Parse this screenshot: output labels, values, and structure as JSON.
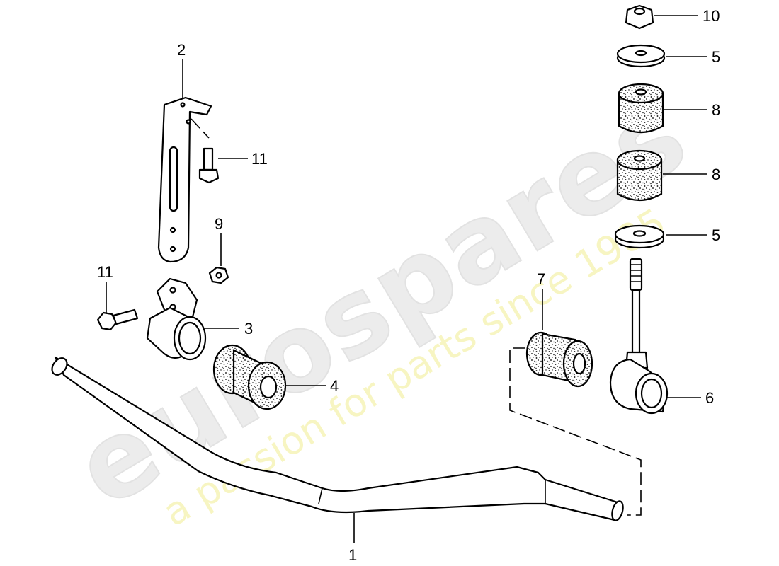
{
  "watermark": {
    "logo": "eurospares",
    "tagline": "a passion for parts since 1985"
  },
  "callouts": {
    "bar": "1",
    "bracket": "2",
    "clamp": "3",
    "bushing": "4",
    "washer_top": "5",
    "washer_lower": "5",
    "link": "6",
    "link_bushing": "7",
    "rubber_top": "8",
    "rubber_lower": "8",
    "nut_small": "9",
    "nut_top": "10",
    "bolt_upper": "11",
    "bolt_lower": "11"
  }
}
